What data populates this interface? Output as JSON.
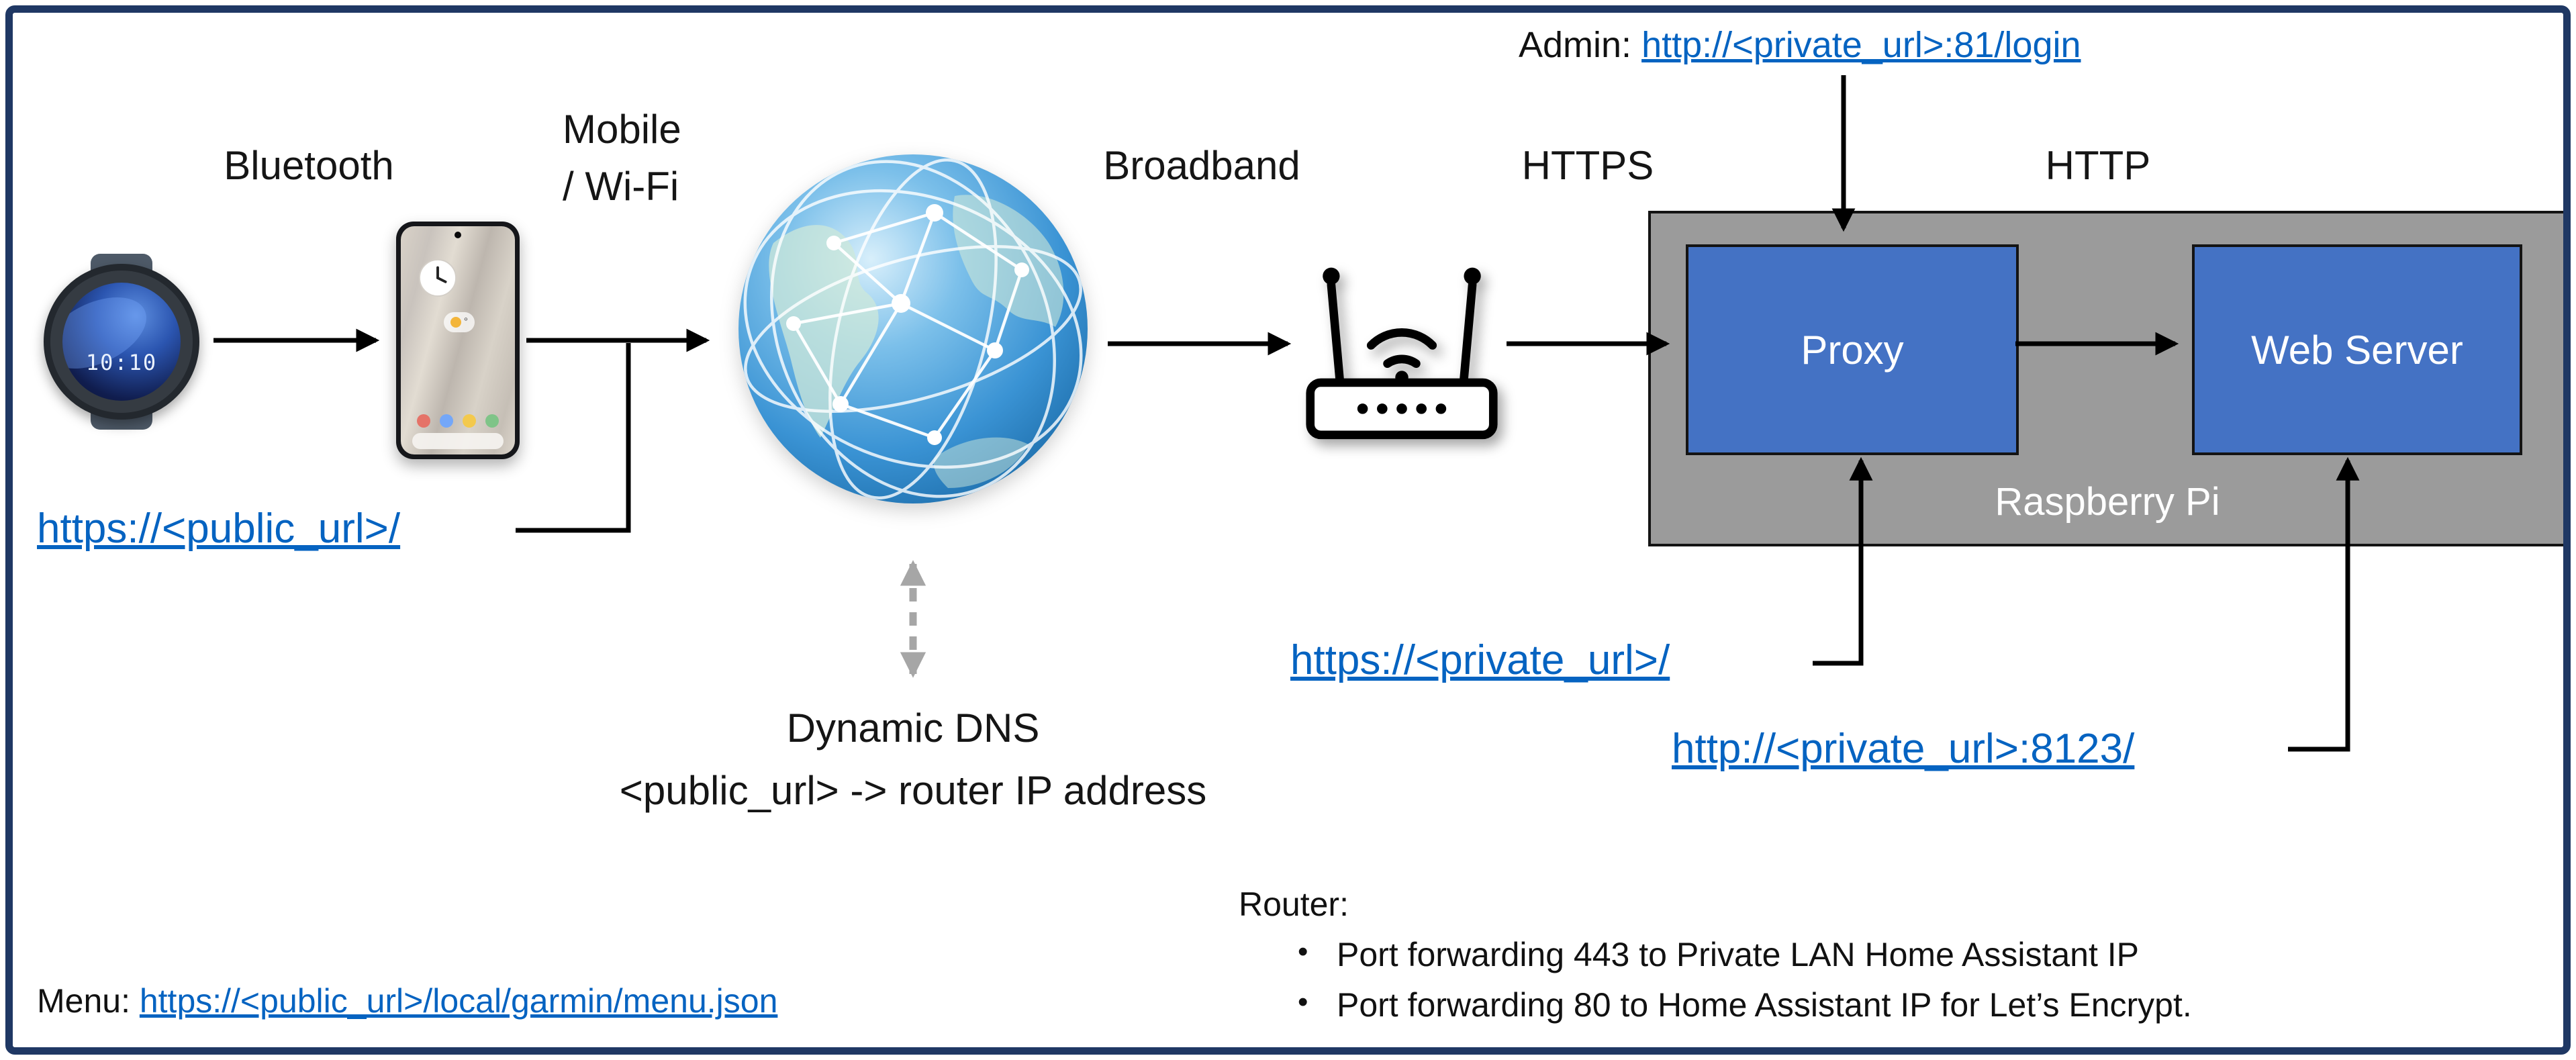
{
  "nodes": {
    "watch_time": "10:10",
    "proxy_label": "Proxy",
    "web_server_label": "Web Server",
    "raspberry_pi_label": "Raspberry Pi"
  },
  "labels": {
    "bluetooth": "Bluetooth",
    "mobile_wifi": "Mobile\n/ Wi-Fi",
    "broadband": "Broadband",
    "https": "HTTPS",
    "http": "HTTP",
    "dynamic_dns": "Dynamic DNS\n<public_url> -> router IP address"
  },
  "links": {
    "admin_prefix": "Admin: ",
    "admin_url": "http://<private_url>:81/login",
    "public_url": "https://<public_url>/",
    "private_https_url": "https://<private_url>/",
    "private_http_url": "http://<private_url>:8123/",
    "menu_prefix": "Menu: ",
    "menu_url": "https://<public_url>/local/garmin/menu.json"
  },
  "router_notes": {
    "title": "Router:",
    "bullets": [
      "Port forwarding 443 to Private LAN Home Assistant IP",
      "Port forwarding 80 to Home Assistant IP for Let’s Encrypt."
    ]
  },
  "colors": {
    "node_blue": "#4472C4",
    "raspberry_box_gray": "#9B9B9B",
    "hyperlink_blue": "#0563C1",
    "frame_navy": "#1F3864",
    "dashed_arrow_gray": "#A6A6A6",
    "arrow_black": "#000000"
  }
}
